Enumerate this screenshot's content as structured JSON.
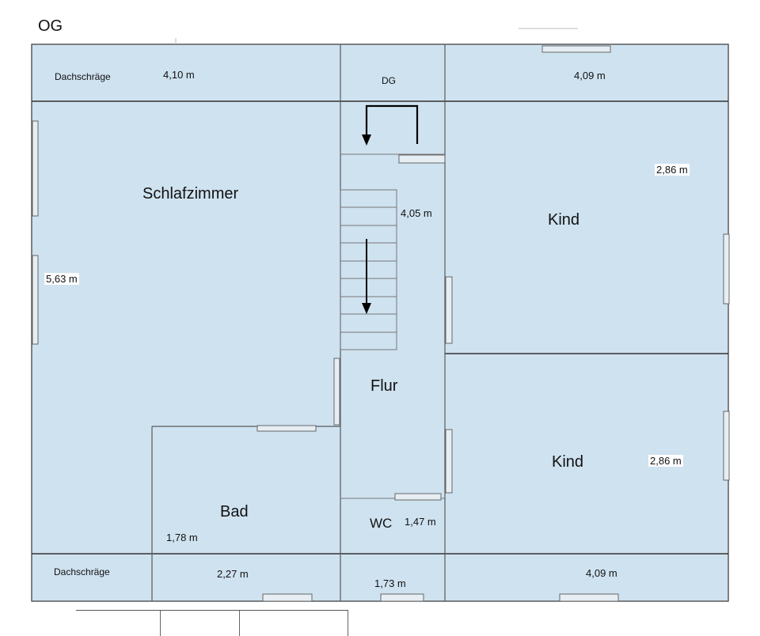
{
  "floor": {
    "title": "OG"
  },
  "rooms": {
    "dachschraege_top": {
      "name": "Dachschräge",
      "measure": "4,10 m"
    },
    "dg": {
      "name": "DG"
    },
    "top_right": {
      "measure": "4,09 m"
    },
    "schlafzimmer": {
      "name": "Schlafzimmer",
      "measure": "5,63 m"
    },
    "stair": {
      "measure": "4,05 m"
    },
    "kind_upper": {
      "name": "Kind",
      "measure": "2,86 m"
    },
    "flur": {
      "name": "Flur"
    },
    "kind_lower": {
      "name": "Kind",
      "measure": "2,86 m"
    },
    "bad": {
      "name": "Bad",
      "measure": "1,78 m"
    },
    "wc": {
      "name": "WC",
      "measure": "1,47 m"
    },
    "dachschraege_bottom": {
      "name": "Dachschräge"
    },
    "bottom_bad": {
      "measure": "2,27 m"
    },
    "bottom_middle": {
      "measure": "1,73 m"
    },
    "bottom_right": {
      "measure": "4,09 m"
    }
  },
  "colors": {
    "room_fill": "#cfe2f0",
    "wall": "#5a5a5a",
    "window": "#e6eef4",
    "arrow": "#000000"
  }
}
